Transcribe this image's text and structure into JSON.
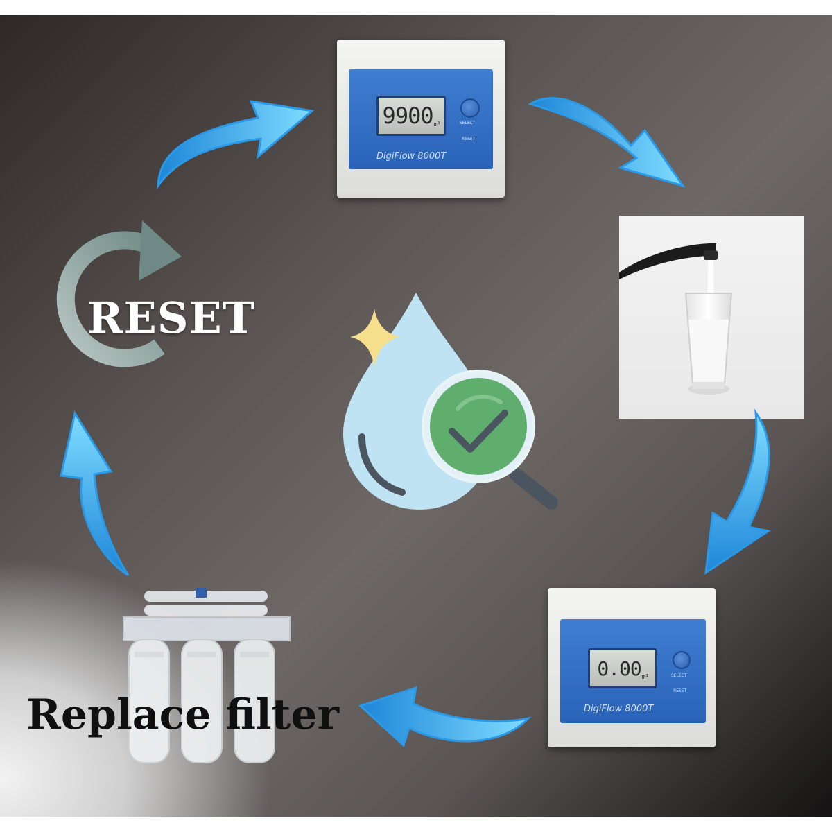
{
  "diagram": {
    "steps": {
      "reset": {
        "label": "RESET"
      },
      "meter_full": {
        "display_value": "9900",
        "unit": "m³",
        "brand": "DigiFlow 8000T",
        "button_caption_1": "SELECT",
        "button_caption_2": "RESET"
      },
      "meter_empty": {
        "display_value": "0.00",
        "unit": "m³",
        "brand": "DigiFlow 8000T",
        "button_caption_1": "SELECT",
        "button_caption_2": "RESET"
      },
      "replace_filter": {
        "label": "Replace filter"
      }
    },
    "colors": {
      "arrow_light": "#7fdcff",
      "arrow_dark": "#1e86d8",
      "drop": "#bfe3f3",
      "check_circle": "#5fae6e",
      "sparkle": "#f6df8c",
      "meter_blue": "#2f6fc4"
    },
    "icons": [
      "reset-arrow-icon",
      "water-drop-icon",
      "magnifier-check-icon",
      "sparkle-icon",
      "faucet-icon",
      "glass-icon",
      "filter-system-icon"
    ]
  }
}
